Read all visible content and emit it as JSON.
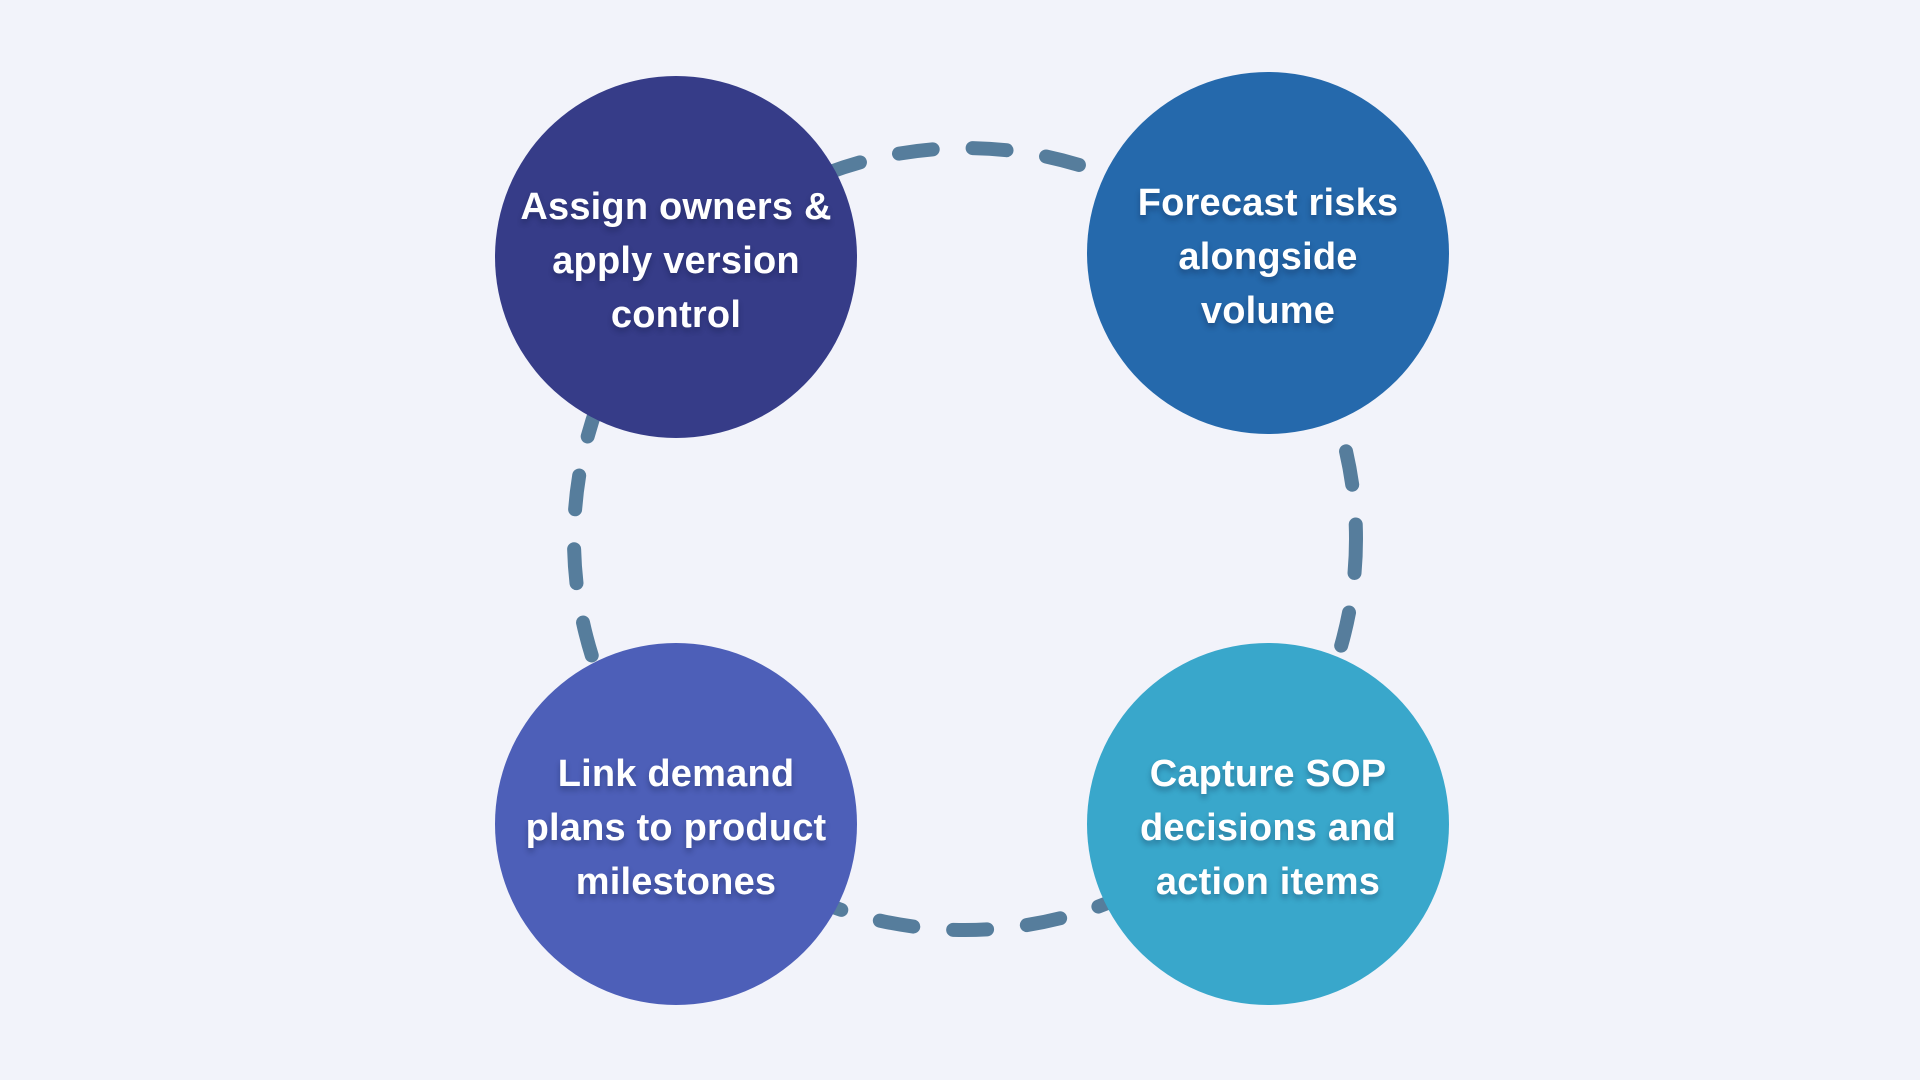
{
  "canvas": {
    "background": "#f2f3fa"
  },
  "ring": {
    "color": "#567d9c",
    "style": "dashed"
  },
  "text_color": "#ffffff",
  "circles": [
    {
      "id": "assign-owners",
      "label": "Assign owners &\napply version\ncontrol",
      "color": "#363c88",
      "position": "top-left"
    },
    {
      "id": "forecast-risks",
      "label": "Forecast risks\nalongside\nvolume",
      "color": "#2569ac",
      "position": "top-right"
    },
    {
      "id": "link-demand",
      "label": "Link demand\nplans to product\nmilestones",
      "color": "#4d5fb8",
      "position": "bottom-left"
    },
    {
      "id": "capture-sop",
      "label": "Capture SOP\ndecisions and\naction items",
      "color": "#39a7cb",
      "position": "bottom-right"
    }
  ]
}
